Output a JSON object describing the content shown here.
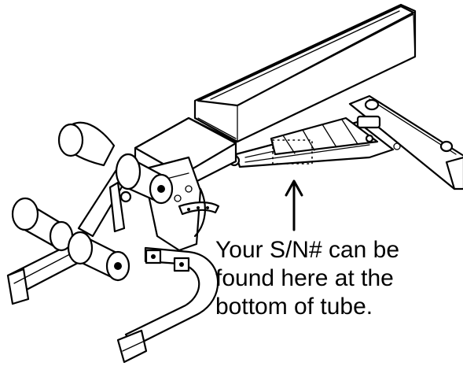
{
  "callout": {
    "lines": [
      "Your S/N# can be",
      "found here at the",
      "bottom of tube."
    ]
  },
  "colors": {
    "line": "#000000",
    "background": "#ffffff"
  }
}
